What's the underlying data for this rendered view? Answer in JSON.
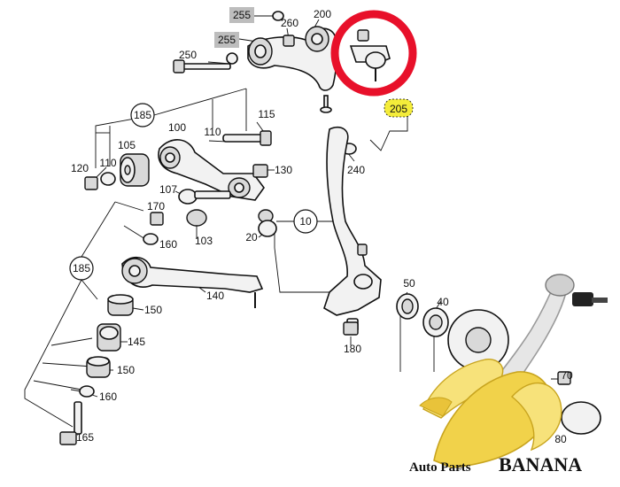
{
  "diagram": {
    "callouts": {
      "c255a": "255",
      "c255b": "255",
      "c260": "260",
      "c200": "200",
      "c250": "250",
      "c205": "205",
      "c185a": "185",
      "c100": "100",
      "c115": "115",
      "c110a": "110",
      "c110b": "110",
      "c105": "105",
      "c120": "120",
      "c130": "130",
      "c240": "240",
      "c107": "107",
      "c170": "170",
      "c10": "10",
      "c20": "20",
      "c160a": "160",
      "c103": "103",
      "c185b": "185",
      "c140": "140",
      "c150a": "150",
      "c145": "145",
      "c150b": "150",
      "c160b": "160",
      "c165": "165",
      "c50": "50",
      "c40": "40",
      "c180": "180",
      "c70": "70",
      "c80": "80"
    },
    "brand": {
      "prefix": "Auto Parts",
      "name": "BANANA"
    },
    "colors": {
      "highlight_circle": "#e8102a",
      "highlight_badge": "#f4ec3a",
      "shaded_badge": "#bdbdbd",
      "banana_yellow": "#f1d24a",
      "banana_peel": "#f7e27a",
      "arm_silver": "#e6e6e6"
    }
  }
}
